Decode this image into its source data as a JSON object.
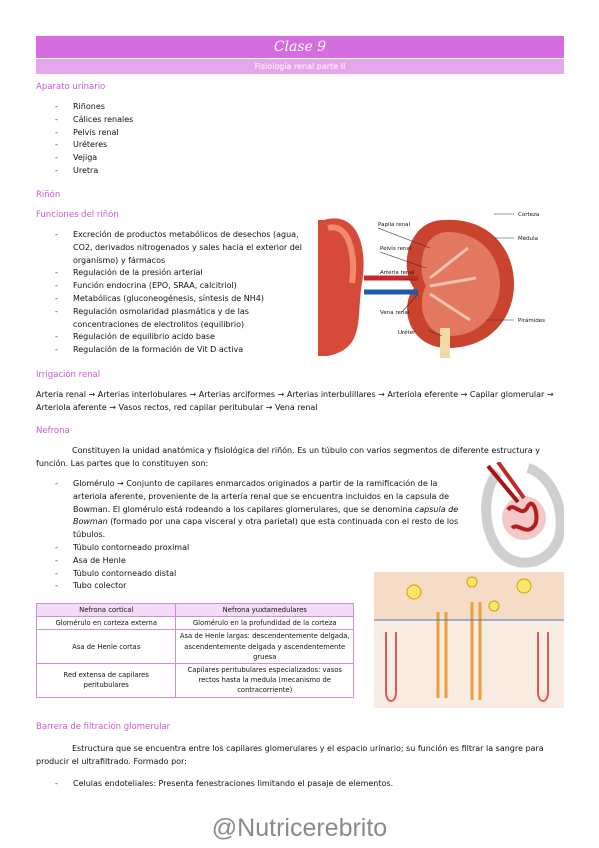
{
  "title": "Clase 9",
  "subtitle": "Fisiología renal parte II",
  "aparato": {
    "heading": "Aparato urinario",
    "items": [
      "Riñones",
      "Cálices renales",
      "Pelvis renal",
      "Uréteres",
      "Vejiga",
      "Uretra"
    ]
  },
  "rinon_heading": "Riñón",
  "funciones": {
    "heading": "Funciones del riñón",
    "items": [
      "Excreción de productos metabólicos de desechos (agua, CO2, derivados nitrogenados y sales hacia el exterior del organismo) y fármacos",
      "Regulación de la presión arterial",
      "Función endocrina (EPO, SRAA, calcitriol)",
      "Metabólicas (gluconeogénesis, síntesis de NH4)",
      "Regulación osmolaridad plasmática y de las concentraciones de electrolitos (equilibrio)",
      "Regulación de equilibrio acido base",
      "Regulación de la formación de Vit D activa"
    ]
  },
  "kidney_labels": {
    "corteza": "Corteza",
    "papila": "Papila renal",
    "medula": "Médula",
    "pelvis": "Pelvis renal",
    "arteria": "Arteria renal",
    "vena": "Vena renal",
    "ureter": "Uréter",
    "piramides": "Pirámides"
  },
  "irrigacion": {
    "heading": "Irrigación renal",
    "text": "Arteria renal → Arterias interlobulares → Arterias arciformes → Arterias interbulillares → Arteriola eferente → Capilar glomerular → Arteriola aferente → Vasos rectos, red capilar peritubular → Vena renal"
  },
  "nefrona": {
    "heading": "Nefrona",
    "intro": "Constituyen la unidad anatómica y fisiológica del riñón. Es un túbulo con varios segmentos de diferente estructura y función. Las partes que lo constituyen son:",
    "glomerulo_a": "Glomérulo → Conjunto de capilares enmarcados originados a partir de la ramificación de la arteriola aferente, proveniente de la artería renal que se encuentra incluidos en la capsula de Bowman. El glomérulo está rodeando a los capilares glomerulares, que se denomina ",
    "glomerulo_italic": "capsula de Bowman",
    "glomerulo_b": " (formado por una capa visceral y otra parietal) que esta continuada con el resto de los túbulos.",
    "items": [
      "Túbulo contorneado proximal",
      "Asa de Henle",
      "Túbulo contorneado distal",
      "Tubo colector"
    ]
  },
  "table": {
    "headers": [
      "Nefrona cortical",
      "Nefrona yuxtamedulares"
    ],
    "rows": [
      [
        "Glomérulo en corteza externa",
        "Glomérulo en la profundidad de la corteza"
      ],
      [
        "Asa de Henle cortas",
        "Asa de Henle largas: descendentemente delgada, ascendentemente delgada y ascendentemente gruesa"
      ],
      [
        "Red extensa de capilares peritubulares",
        "Capilares peritubulares especializados: vasos rectos hasta la medula (mecanismo de contracorriente)"
      ]
    ]
  },
  "barrera": {
    "heading": "Barrera de filtración glomerular",
    "text": "Estructura que se encuentra entre los capilares glomerulares y el espacio urinario; su función es filtrar la sangre para producir el ultrafiltrado. Formado por:",
    "items": [
      "Celulas endoteliales: Presenta fenestraciones limitando el pasaje de elementos."
    ]
  },
  "watermark": "@Nutricerebrito"
}
